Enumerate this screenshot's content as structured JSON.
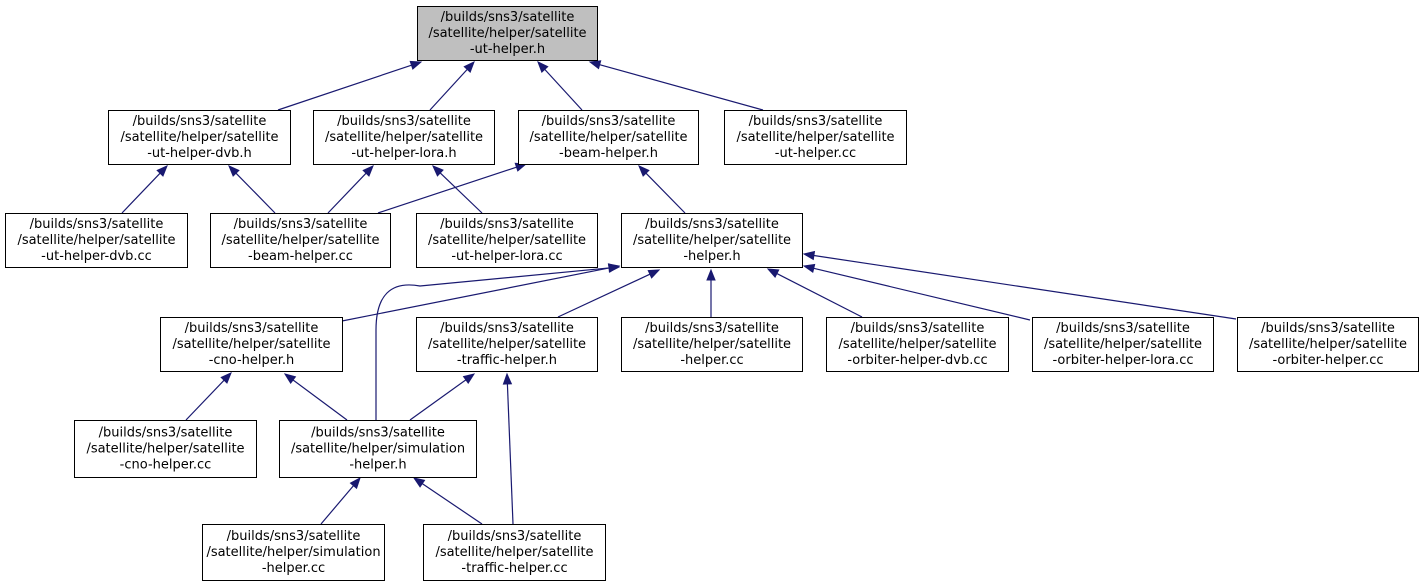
{
  "graph": {
    "nodes": [
      {
        "id": "root",
        "lines": [
          "/builds/sns3/satellite",
          "/satellite/helper/satellite",
          "-ut-helper.h"
        ],
        "root": true
      },
      {
        "id": "utdvbh",
        "lines": [
          "/builds/sns3/satellite",
          "/satellite/helper/satellite",
          "-ut-helper-dvb.h"
        ]
      },
      {
        "id": "utlorah",
        "lines": [
          "/builds/sns3/satellite",
          "/satellite/helper/satellite",
          "-ut-helper-lora.h"
        ]
      },
      {
        "id": "beamh",
        "lines": [
          "/builds/sns3/satellite",
          "/satellite/helper/satellite",
          "-beam-helper.h"
        ]
      },
      {
        "id": "utcc",
        "lines": [
          "/builds/sns3/satellite",
          "/satellite/helper/satellite",
          "-ut-helper.cc"
        ]
      },
      {
        "id": "utdvbcc",
        "lines": [
          "/builds/sns3/satellite",
          "/satellite/helper/satellite",
          "-ut-helper-dvb.cc"
        ]
      },
      {
        "id": "beamcc",
        "lines": [
          "/builds/sns3/satellite",
          "/satellite/helper/satellite",
          "-beam-helper.cc"
        ]
      },
      {
        "id": "utloracc",
        "lines": [
          "/builds/sns3/satellite",
          "/satellite/helper/satellite",
          "-ut-helper-lora.cc"
        ]
      },
      {
        "id": "helperh",
        "lines": [
          "/builds/sns3/satellite",
          "/satellite/helper/satellite",
          "-helper.h"
        ]
      },
      {
        "id": "cnoh",
        "lines": [
          "/builds/sns3/satellite",
          "/satellite/helper/satellite",
          "-cno-helper.h"
        ]
      },
      {
        "id": "traffich",
        "lines": [
          "/builds/sns3/satellite",
          "/satellite/helper/satellite",
          "-traffic-helper.h"
        ]
      },
      {
        "id": "helpercc",
        "lines": [
          "/builds/sns3/satellite",
          "/satellite/helper/satellite",
          "-helper.cc"
        ]
      },
      {
        "id": "orbdvbcc",
        "lines": [
          "/builds/sns3/satellite",
          "/satellite/helper/satellite",
          "-orbiter-helper-dvb.cc"
        ]
      },
      {
        "id": "orbloracc",
        "lines": [
          "/builds/sns3/satellite",
          "/satellite/helper/satellite",
          "-orbiter-helper-lora.cc"
        ]
      },
      {
        "id": "orbcc",
        "lines": [
          "/builds/sns3/satellite",
          "/satellite/helper/satellite",
          "-orbiter-helper.cc"
        ]
      },
      {
        "id": "cnocc",
        "lines": [
          "/builds/sns3/satellite",
          "/satellite/helper/satellite",
          "-cno-helper.cc"
        ]
      },
      {
        "id": "simh",
        "lines": [
          "/builds/sns3/satellite",
          "/satellite/helper/simulation",
          "-helper.h"
        ]
      },
      {
        "id": "simcc",
        "lines": [
          "/builds/sns3/satellite",
          "/satellite/helper/simulation",
          "-helper.cc"
        ]
      },
      {
        "id": "trafficcc",
        "lines": [
          "/builds/sns3/satellite",
          "/satellite/helper/satellite",
          "-traffic-helper.cc"
        ]
      }
    ],
    "edges": [
      {
        "from": "utdvbh",
        "to": "root"
      },
      {
        "from": "utlorah",
        "to": "root"
      },
      {
        "from": "beamh",
        "to": "root"
      },
      {
        "from": "utcc",
        "to": "root"
      },
      {
        "from": "utdvbcc",
        "to": "utdvbh"
      },
      {
        "from": "beamcc",
        "to": "utdvbh"
      },
      {
        "from": "beamcc",
        "to": "utlorah"
      },
      {
        "from": "utloracc",
        "to": "utlorah"
      },
      {
        "from": "beamcc",
        "to": "beamh"
      },
      {
        "from": "helperh",
        "to": "beamh"
      },
      {
        "from": "cnoh",
        "to": "helperh"
      },
      {
        "from": "simh",
        "to": "helperh"
      },
      {
        "from": "traffich",
        "to": "helperh"
      },
      {
        "from": "helpercc",
        "to": "helperh"
      },
      {
        "from": "orbdvbcc",
        "to": "helperh"
      },
      {
        "from": "orbloracc",
        "to": "helperh"
      },
      {
        "from": "orbcc",
        "to": "helperh"
      },
      {
        "from": "cnocc",
        "to": "cnoh"
      },
      {
        "from": "simh",
        "to": "cnoh"
      },
      {
        "from": "simh",
        "to": "traffich"
      },
      {
        "from": "trafficcc",
        "to": "traffich"
      },
      {
        "from": "simcc",
        "to": "simh"
      },
      {
        "from": "trafficcc",
        "to": "simh"
      }
    ]
  }
}
